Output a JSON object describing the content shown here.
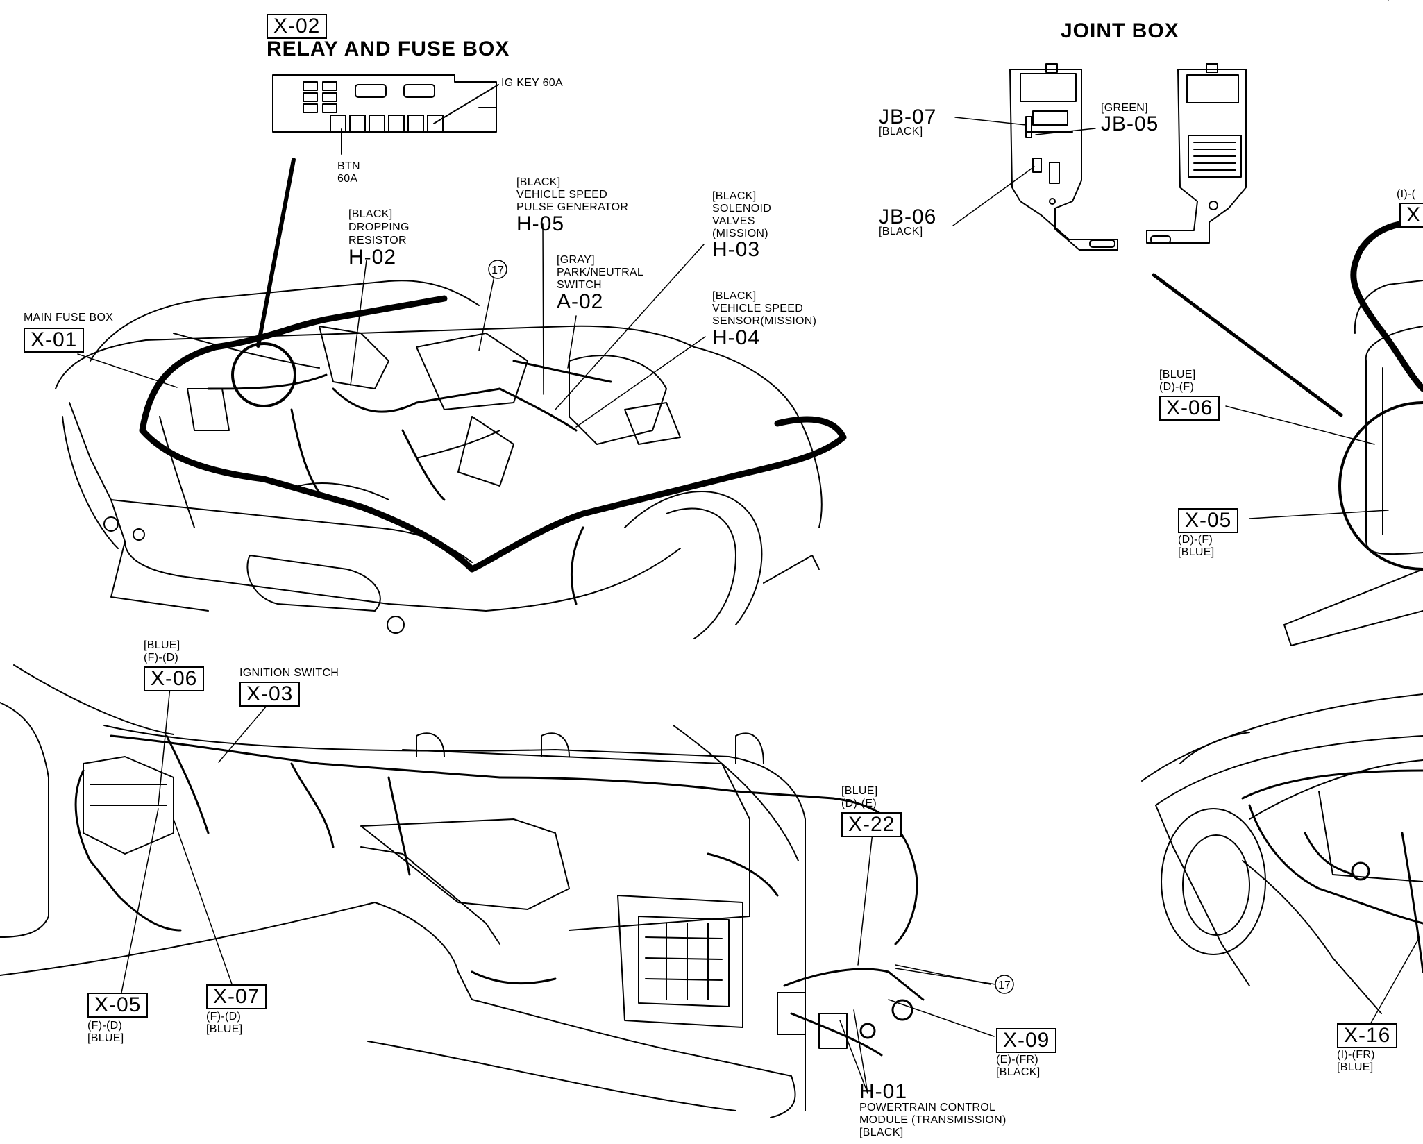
{
  "relay_box": {
    "code": "X-02",
    "title": "RELAY AND FUSE BOX",
    "ig_key": "IG KEY 60A",
    "btn_line1": "BTN",
    "btn_line2": "60A"
  },
  "joint_box": {
    "title": "JOINT BOX",
    "jb07": {
      "code": "JB-07",
      "color": "[BLACK]"
    },
    "jb05": {
      "code": "JB-05",
      "color": "[GREEN]"
    },
    "jb06": {
      "code": "JB-06",
      "color": "[BLACK]"
    },
    "edge_label": "(I)-(",
    "edge_code": "X"
  },
  "engine": {
    "main_fuse_label": "MAIN FUSE BOX",
    "x01": "X-01",
    "h02": {
      "color": "[BLACK]",
      "line1": "DROPPING",
      "line2": "RESISTOR",
      "code": "H-02"
    },
    "h05": {
      "color": "[BLACK]",
      "line1": "VEHICLE SPEED",
      "line2": "PULSE GENERATOR",
      "code": "H-05"
    },
    "a02": {
      "color": "[GRAY]",
      "line1": "PARK/NEUTRAL",
      "line2": "SWITCH",
      "code": "A-02"
    },
    "h03": {
      "color": "[BLACK]",
      "line1": "SOLENOID",
      "line2": "VALVES",
      "line3": "(MISSION)",
      "code": "H-03"
    },
    "h04": {
      "color": "[BLACK]",
      "line1": "VEHICLE SPEED",
      "line2": "SENSOR(MISSION)",
      "code": "H-04"
    },
    "ref17": "17"
  },
  "right_top": {
    "x06": {
      "color": "[BLUE]",
      "pos": "(D)-(F)",
      "code": "X-06"
    },
    "x05": {
      "code": "X-05",
      "pos": "(D)-(F)",
      "color": "[BLUE]"
    }
  },
  "dash": {
    "x06": {
      "color": "[BLUE]",
      "pos": "(F)-(D)",
      "code": "X-06"
    },
    "ignition_label": "IGNITION SWITCH",
    "x03": "X-03",
    "x05": {
      "code": "X-05",
      "pos": "(F)-(D)",
      "color": "[BLUE]"
    },
    "x07": {
      "code": "X-07",
      "pos": "(F)-(D)",
      "color": "[BLUE]"
    },
    "x22": {
      "color": "[BLUE]",
      "pos": "(D)-(E)",
      "code": "X-22"
    },
    "ref17": "17",
    "x09": {
      "code": "X-09",
      "pos": "(E)-(FR)",
      "color": "[BLACK]"
    },
    "h01": {
      "code": "H-01",
      "line1": "POWERTRAIN CONTROL",
      "line2": "MODULE (TRANSMISSION)",
      "color": "[BLACK]"
    }
  },
  "right_bottom": {
    "x16": {
      "code": "X-16",
      "pos": "(I)-(FR)",
      "color": "[BLUE]"
    }
  }
}
